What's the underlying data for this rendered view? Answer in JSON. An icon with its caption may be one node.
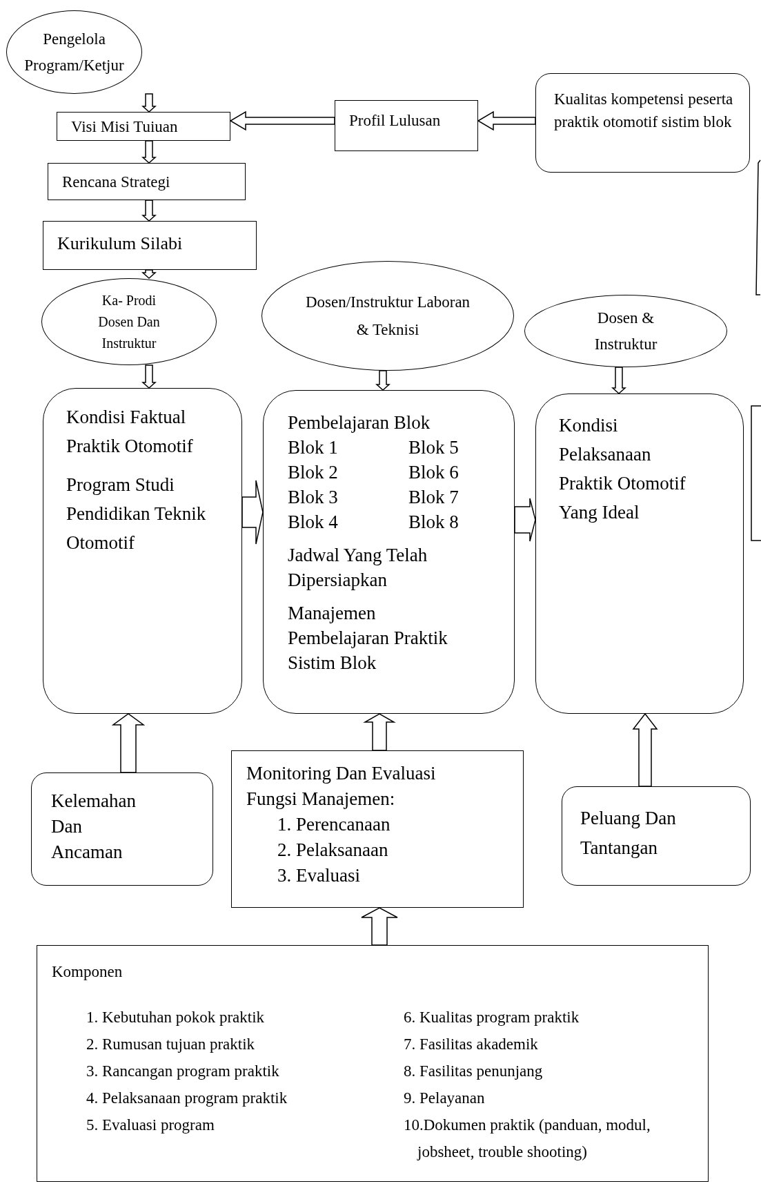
{
  "diagram": {
    "nodes": [
      {
        "text": [
          "Pengelola Program/Ketjur"
        ]
      },
      {
        "text": [
          "Visi Misi Tuiuan"
        ]
      },
      {
        "text": [
          "Profil Lulusan"
        ]
      },
      {
        "text": [
          "Kualitas kompetensi peserta praktik otomotif sistim blok"
        ]
      },
      {
        "text": [
          "Rencana Strategi"
        ]
      },
      {
        "text": [
          "Kurikulum Silabi"
        ]
      },
      {
        "text": [
          "Ka- Prodi Dosen Dan Instruktur"
        ]
      },
      {
        "text": [
          "Dosen/Instruktur Laboran & Teknisi"
        ]
      },
      {
        "text": [
          "Dosen & Instruktur"
        ]
      },
      {
        "text": [
          "Kondisi Faktual Praktik Otomotif",
          "Program Studi Pendidikan Teknik Otomotif"
        ]
      },
      {
        "text": [
          "Pembelajaran Blok",
          "Blok 1",
          "Blok 5",
          "Blok 2",
          "Blok 6",
          "Blok 3",
          "Blok 7",
          "Blok 4",
          "Blok 8",
          "Jadwal Yang Telah Dipersiapkan",
          "Manajemen Pembelajaran Praktik Sistim Blok"
        ]
      },
      {
        "text": [
          "Kondisi Pelaksanaan Praktik Otomotif Yang Ideal"
        ]
      },
      {
        "text": [
          "Kelemahan Dan Ancaman"
        ]
      },
      {
        "text": [
          "Monitoring Dan Evaluasi",
          "Fungsi Manajemen:",
          "1. Perencanaan",
          "2. Pelaksanaan",
          "3. Evaluasi"
        ]
      },
      {
        "text": [
          "Peluang Dan Tantangan"
        ]
      },
      {
        "text": [
          "Komponen",
          "1. Kebutuhan pokok praktik",
          "2. Rumusan tujuan praktik",
          "3. Rancangan program praktik",
          "4. Pelaksanaan program praktik",
          "5. Evaluasi program",
          "6. Kualitas program praktik",
          "7. Fasilitas akademik",
          "8. Fasilitas penunjang",
          "9. Pelayanan",
          "10.Dokumen praktik (panduan, modul, jobsheet, trouble shooting)"
        ]
      }
    ],
    "edges": [
      {
        "from": 0,
        "to": 1,
        "arrow": "to"
      },
      {
        "from": 2,
        "to": 1,
        "arrow": "to"
      },
      {
        "from": 3,
        "to": 2,
        "arrow": "to"
      },
      {
        "from": 1,
        "to": 4,
        "arrow": "to"
      },
      {
        "from": 4,
        "to": 5,
        "arrow": "to"
      },
      {
        "from": 5,
        "to": 6,
        "arrow": "to"
      },
      {
        "from": 6,
        "to": 9,
        "arrow": "to"
      },
      {
        "from": 7,
        "to": 10,
        "arrow": "to"
      },
      {
        "from": 8,
        "to": 11,
        "arrow": "to"
      },
      {
        "from": 9,
        "to": 10,
        "arrow": "to"
      },
      {
        "from": 10,
        "to": 11,
        "arrow": "to"
      },
      {
        "from": 12,
        "to": 9,
        "arrow": "to"
      },
      {
        "from": 13,
        "to": 10,
        "arrow": "to"
      },
      {
        "from": 14,
        "to": 11,
        "arrow": "to"
      },
      {
        "from": 15,
        "to": 13,
        "arrow": "to"
      }
    ]
  }
}
